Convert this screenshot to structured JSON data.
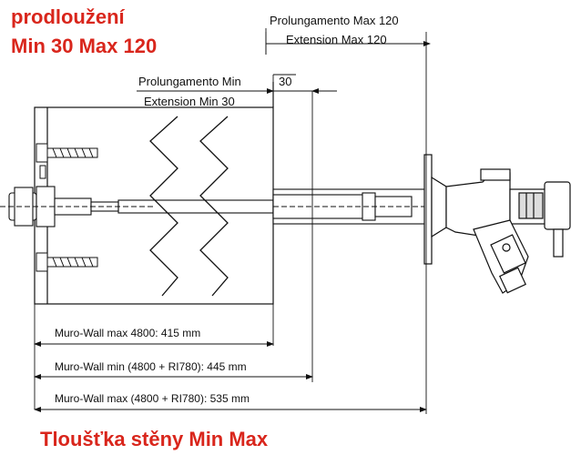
{
  "titles": {
    "top_line1": "prodloužení",
    "top_line2": "Min 30 Max 120",
    "bottom": "Tloušťka stěny Min Max"
  },
  "dimensions": {
    "ext_max_it": "Prolungamento Max 120",
    "ext_max_en": "Extension Max 120",
    "ext_min_it": "Prolungamento Min",
    "ext_min_value": "30",
    "ext_min_en": "Extension Min 30",
    "wall_1": "Muro-Wall max 4800: 415 mm",
    "wall_2": "Muro-Wall min (4800 + RI780): 445 mm",
    "wall_3": "Muro-Wall max (4800 + RI780):  535 mm"
  },
  "colors": {
    "title_red": "#d9261c",
    "line": "#111111"
  }
}
